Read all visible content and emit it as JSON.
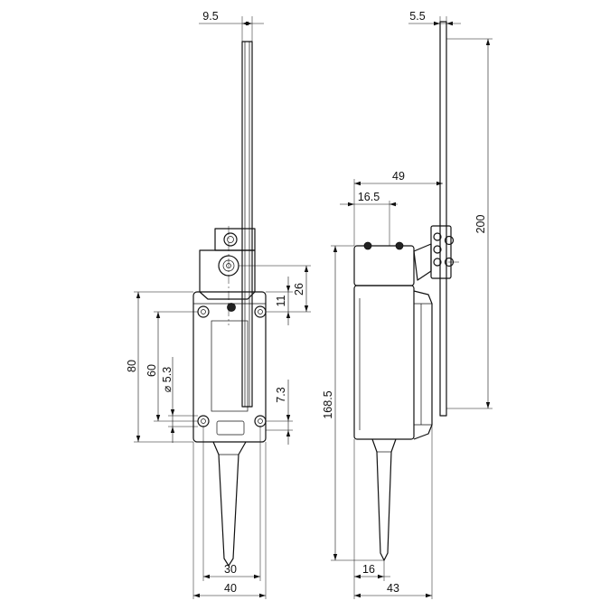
{
  "front_view": {
    "dim_lever_offset": "9.5",
    "dim_body_height": "80",
    "dim_hole_spacing_v": "60",
    "dim_hole_diameter": "⌀ 5.3",
    "dim_head_26": "26",
    "dim_head_11": "11",
    "dim_bottom_hole": "7.3",
    "dim_hole_spacing_h": "30",
    "dim_body_width": "40"
  },
  "side_view": {
    "dim_lever_thickness": "5.5",
    "dim_lever_length": "200",
    "dim_lever_reach": "49",
    "dim_head_depth": "16.5",
    "dim_total_height": "168.5",
    "dim_cable_offset": "16",
    "dim_body_depth": "43"
  }
}
